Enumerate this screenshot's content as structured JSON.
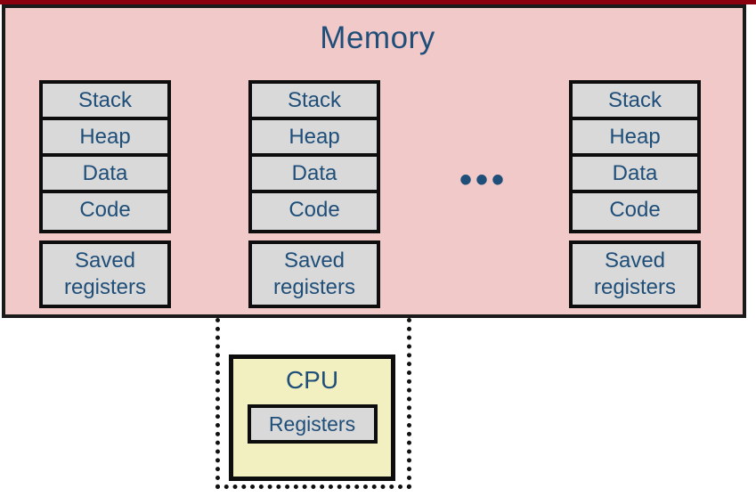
{
  "diagram": {
    "memory": {
      "title": "Memory",
      "fill_color": "#F1C9C9",
      "border_color": "#1a1a1a",
      "ellipsis": "•••",
      "processes": [
        {
          "id": "process-1",
          "segments": [
            "Stack",
            "Heap",
            "Data",
            "Code"
          ],
          "saved_registers": {
            "line1": "Saved",
            "line2": "registers"
          }
        },
        {
          "id": "process-2",
          "segments": [
            "Stack",
            "Heap",
            "Data",
            "Code"
          ],
          "saved_registers": {
            "line1": "Saved",
            "line2": "registers"
          }
        },
        {
          "id": "process-n",
          "segments": [
            "Stack",
            "Heap",
            "Data",
            "Code"
          ],
          "saved_registers": {
            "line1": "Saved",
            "line2": "registers"
          }
        }
      ]
    },
    "cpu": {
      "title": "CPU",
      "registers_label": "Registers",
      "fill_color": "#F2EFC0",
      "registers_fill_color": "#d9d9d9"
    },
    "colors": {
      "text_blue": "#1F4E79",
      "segment_fill": "#d9d9d9",
      "top_rule": "#8B0010"
    }
  }
}
